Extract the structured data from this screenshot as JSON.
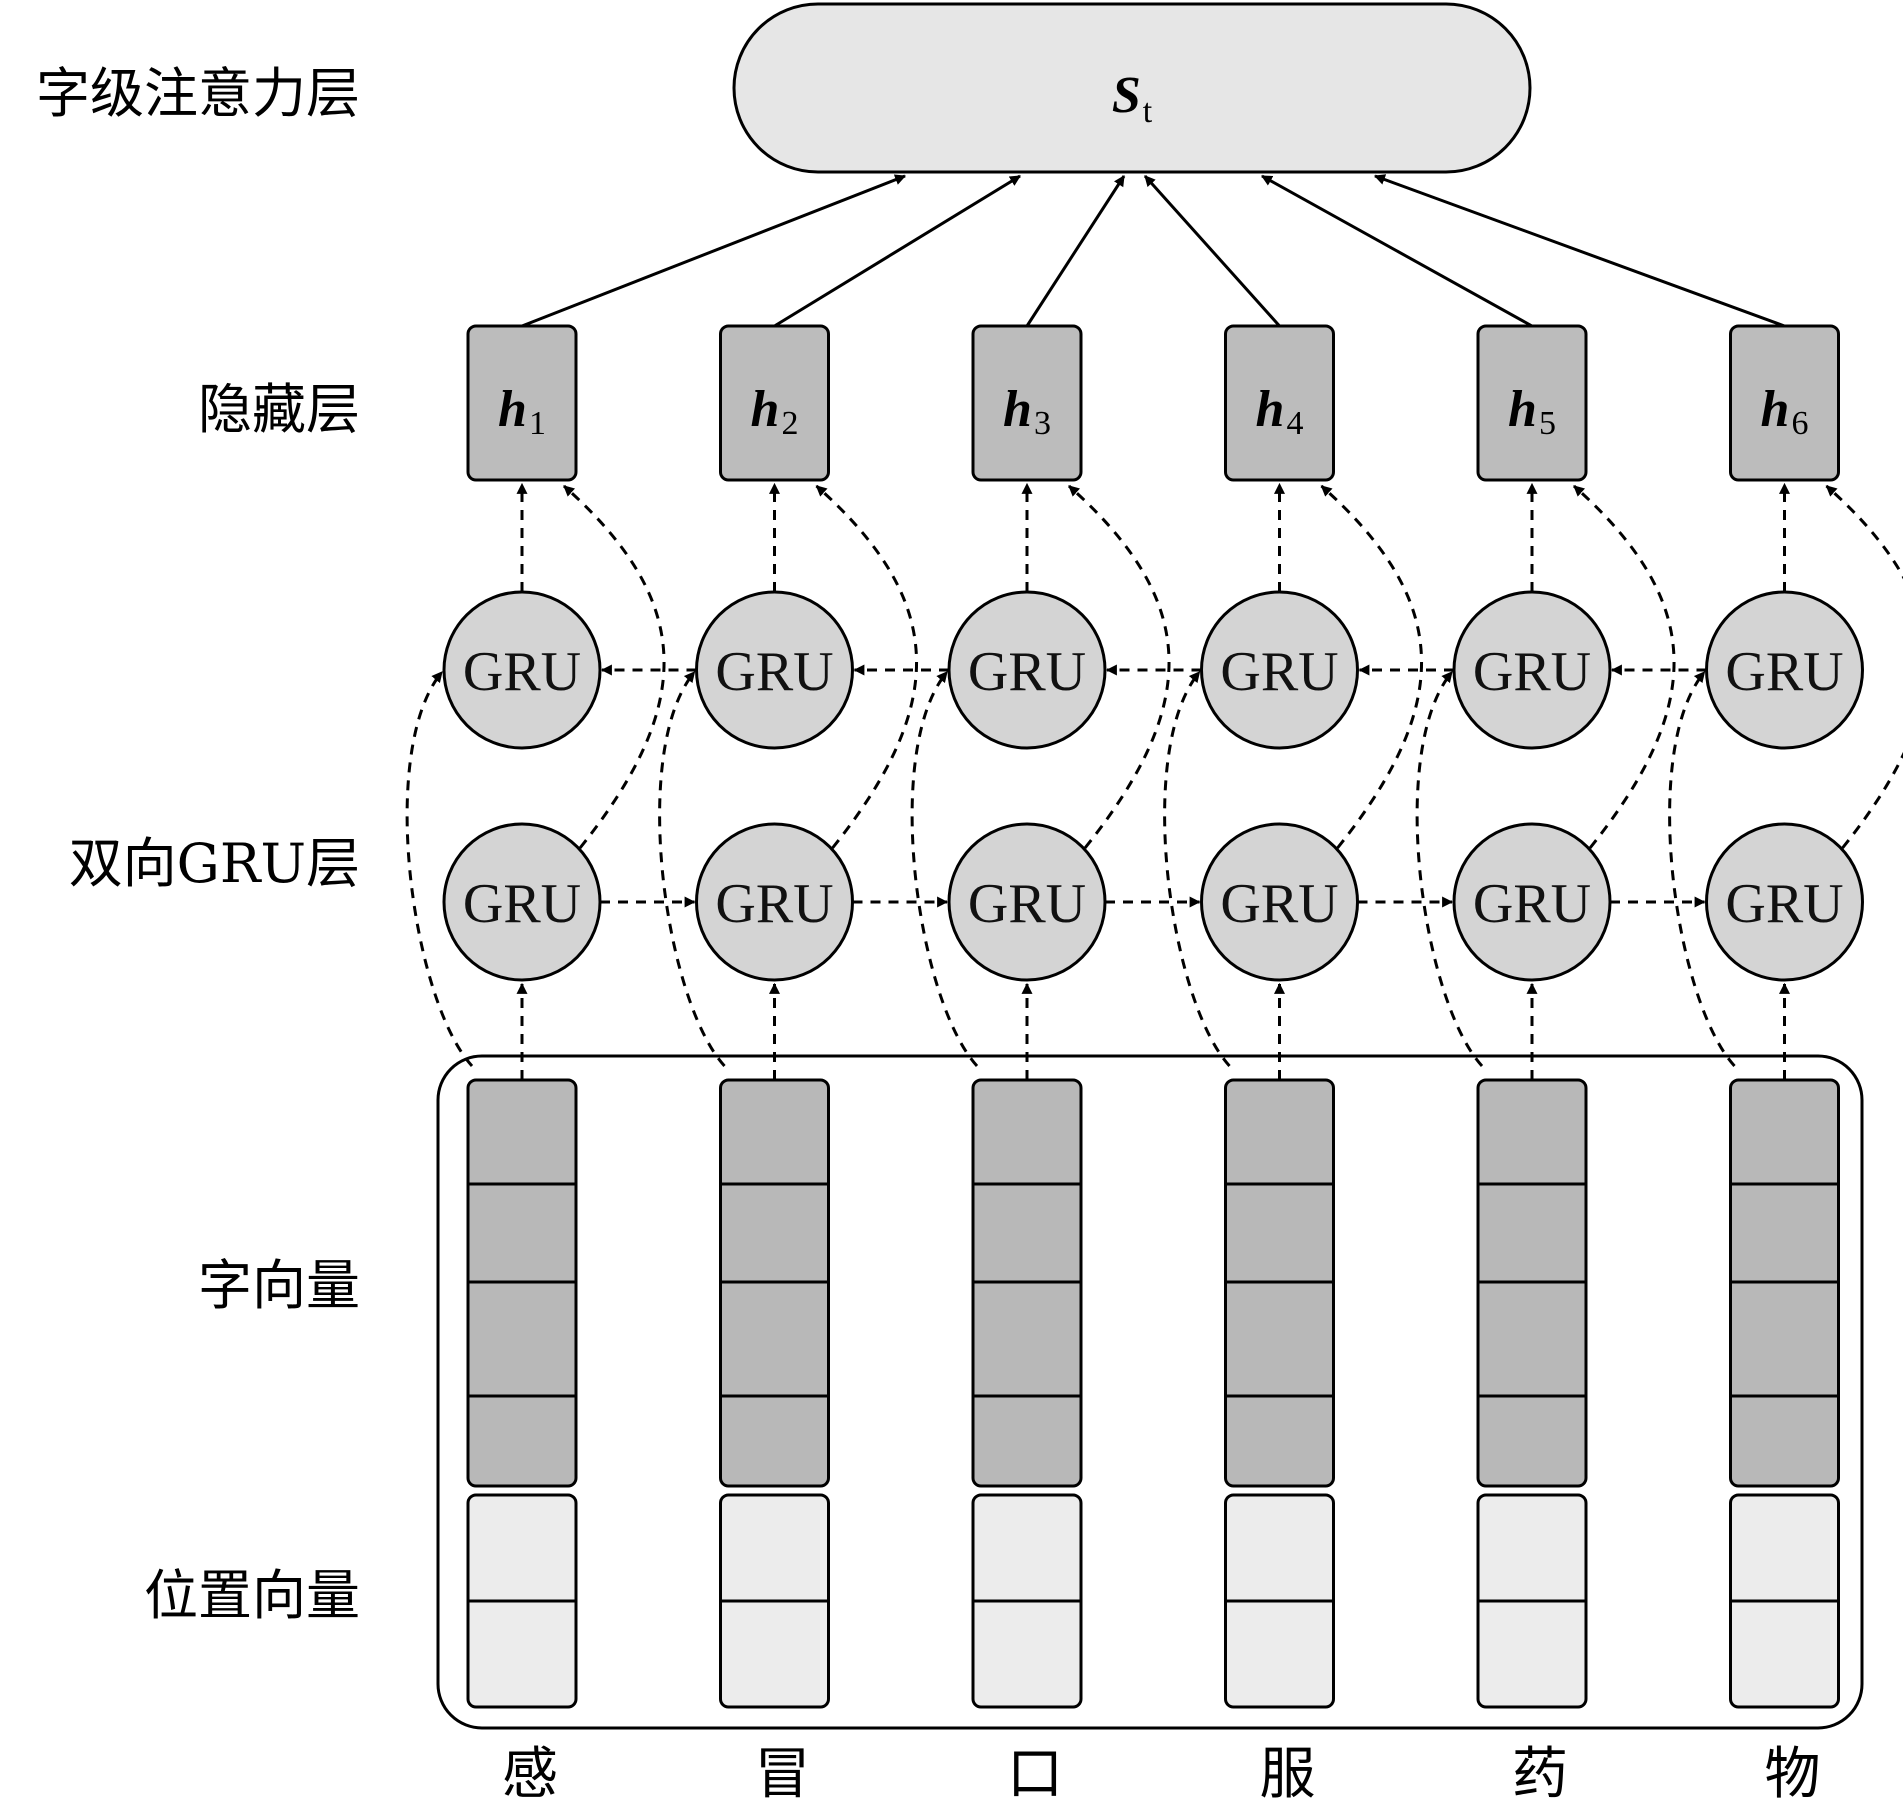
{
  "labels": {
    "attention_layer": "字级注意力层",
    "hidden_layer": "隐藏层",
    "bigru_layer": "双向GRU层",
    "char_vector": "字向量",
    "position_vector": "位置向量"
  },
  "attention": {
    "symbol": "S",
    "subscript": "t"
  },
  "gru_label": "GRU",
  "hidden": [
    {
      "symbol": "h",
      "subscript": "1"
    },
    {
      "symbol": "h",
      "subscript": "2"
    },
    {
      "symbol": "h",
      "subscript": "3"
    },
    {
      "symbol": "h",
      "subscript": "4"
    },
    {
      "symbol": "h",
      "subscript": "5"
    },
    {
      "symbol": "h",
      "subscript": "6"
    }
  ],
  "characters": [
    "感",
    "冒",
    "口",
    "服",
    "药",
    "物"
  ],
  "colors": {
    "attention_fill": "#e6e6e6",
    "hidden_fill": "#bcbcbc",
    "gru_fill": "#d4d4d4",
    "char_vector_fill": "#b8b8b8",
    "position_vector_fill": "#ececec",
    "stroke": "#000000"
  }
}
